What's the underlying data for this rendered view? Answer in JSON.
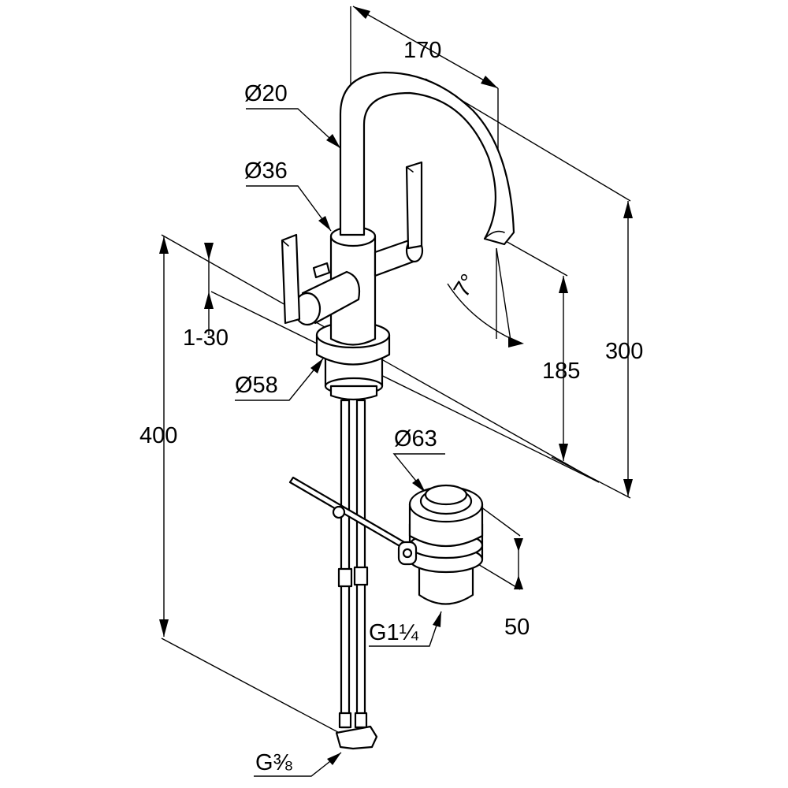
{
  "drawing": {
    "dimensions": {
      "spout_reach": "170",
      "spout_diameter": "Ø20",
      "body_diameter": "Ø36",
      "deck_thickness": "1-30",
      "base_diameter": "Ø58",
      "total_height": "400",
      "spout_angle": "7°",
      "outlet_height": "185",
      "overall_height": "300",
      "waste_diameter": "Ø63",
      "waste_height": "50",
      "waste_thread": "G1¼",
      "supply_thread": "G⅜"
    }
  }
}
